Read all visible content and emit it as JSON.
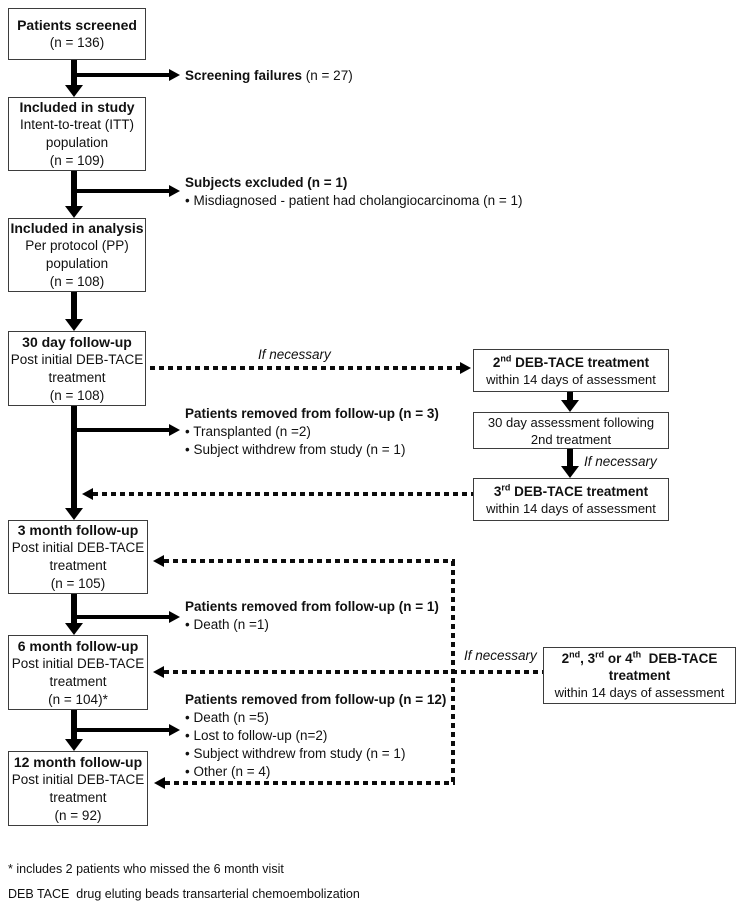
{
  "left_boxes": [
    {
      "title": "Patients screened",
      "lines": [
        "(n = 136)"
      ]
    },
    {
      "title": "Included in study",
      "lines": [
        "Intent-to-treat (ITT)",
        "population",
        "(n = 109)"
      ]
    },
    {
      "title": "Included in analysis",
      "lines": [
        "Per protocol (PP)",
        "population",
        "(n = 108)"
      ]
    },
    {
      "title": "30 day follow-up",
      "lines": [
        "Post initial DEB-TACE",
        "treatment",
        "(n = 108)"
      ]
    },
    {
      "title": "3 month follow-up",
      "lines": [
        "Post initial DEB-TACE",
        "treatment",
        "(n = 105)"
      ]
    },
    {
      "title": "6 month follow-up",
      "lines": [
        "Post initial DEB-TACE",
        "treatment",
        "(n = 104)*"
      ]
    },
    {
      "title": "12 month follow-up",
      "lines": [
        "Post initial DEB-TACE",
        "treatment",
        "(n = 92)"
      ]
    }
  ],
  "right_boxes": [
    {
      "t1": "2",
      "sup1": "nd",
      "t2": " DEB-TACE treatment",
      "line": "within 14 days of assessment"
    },
    {
      "line1": "30 day assessment following",
      "line2": "2nd treatment"
    },
    {
      "t1": "3",
      "sup1": "rd",
      "t2": " DEB-TACE treatment",
      "line": "within 14 days of assessment"
    },
    {
      "t1": "2",
      "sup1": "nd",
      "t2": ", 3",
      "sup2": "rd",
      "t3": " or 4",
      "sup3": "th",
      "t4": "  DEB-TACE",
      "line2": "treatment",
      "line3": "within 14 days of assessment"
    }
  ],
  "side_notes": [
    {
      "heading_bold": "Screening failures",
      "heading_normal": " (n = 27)"
    },
    {
      "heading_bold": "Subjects excluded (n = 1)",
      "bullets": [
        "• Misdiagnosed - patient had cholangiocarcinoma (n = 1)"
      ]
    },
    {
      "heading_bold": "Patients removed from follow-up (n = 3)",
      "bullets": [
        "• Transplanted (n =2)",
        "• Subject withdrew from study (n = 1)"
      ]
    },
    {
      "heading_bold": "Patients removed from follow-up (n = 1)",
      "bullets": [
        "• Death (n =1)"
      ]
    },
    {
      "heading_bold": "Patients removed from follow-up (n = 12)",
      "bullets": [
        "• Death (n =5)",
        "• Lost to follow-up (n=2)",
        "• Subject withdrew from study (n = 1)",
        "• Other (n = 4)"
      ]
    }
  ],
  "labels": {
    "if_necessary": "If necessary"
  },
  "footnotes": {
    "asterisk": "* includes 2 patients who missed the 6 month visit",
    "abbrev": "DEB TACE  drug eluting beads transarterial chemoembolization"
  }
}
